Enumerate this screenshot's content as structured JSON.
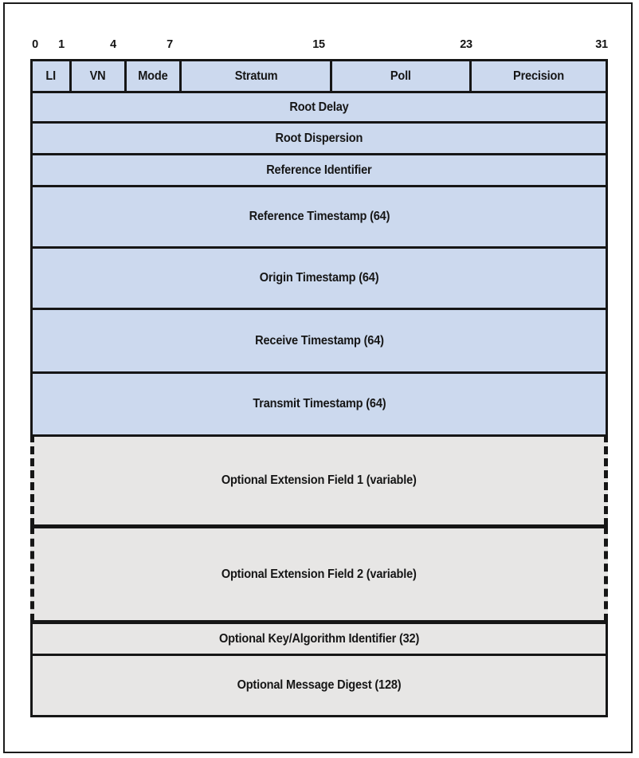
{
  "bit_ruler": {
    "labels": [
      "0",
      "1",
      "4",
      "7",
      "15",
      "23",
      "31"
    ]
  },
  "header_row": {
    "fields": [
      {
        "label": "LI"
      },
      {
        "label": "VN"
      },
      {
        "label": "Mode"
      },
      {
        "label": "Stratum"
      },
      {
        "label": "Poll"
      },
      {
        "label": "Precision"
      }
    ]
  },
  "rows": [
    {
      "label": "Root Delay",
      "kind": "required"
    },
    {
      "label": "Root Dispersion",
      "kind": "required"
    },
    {
      "label": "Reference Identifier",
      "kind": "required"
    },
    {
      "label": "Reference Timestamp (64)",
      "kind": "required"
    },
    {
      "label": "Origin Timestamp (64)",
      "kind": "required"
    },
    {
      "label": "Receive Timestamp (64)",
      "kind": "required"
    },
    {
      "label": "Transmit Timestamp (64)",
      "kind": "required"
    },
    {
      "label": "Optional Extension Field 1 (variable)",
      "kind": "optional-dashed"
    },
    {
      "label": "Optional Extension Field 2 (variable)",
      "kind": "optional-dashed"
    },
    {
      "label": "Optional Key/Algorithm Identifier (32)",
      "kind": "optional"
    },
    {
      "label": "Optional Message Digest (128)",
      "kind": "optional"
    }
  ],
  "colors": {
    "required_field_fill": "#ccd9ee",
    "optional_field_fill": "#e7e6e5",
    "border": "#161616",
    "text": "#161616",
    "background": "#ffffff"
  }
}
